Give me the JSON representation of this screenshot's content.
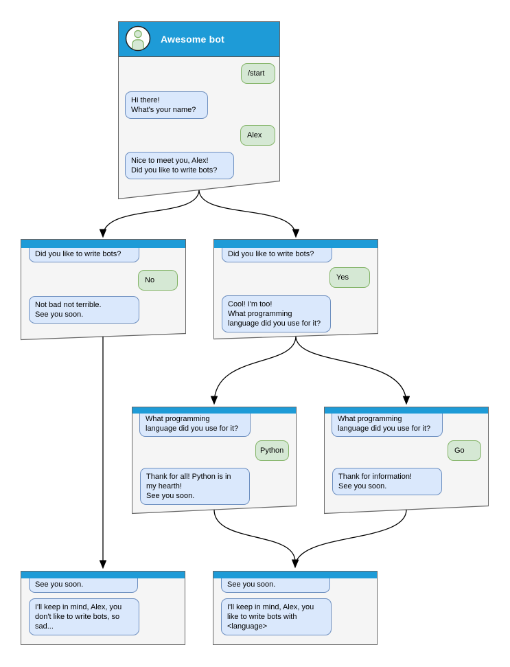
{
  "diagram": {
    "type": "chatbot-conversation-flow",
    "colors": {
      "header_blue": "#1e9bd7",
      "window_fill": "#f5f5f5",
      "window_border": "#666666",
      "bot_bubble_fill": "#dae8fc",
      "bot_bubble_border": "#6c8ebf",
      "user_bubble_fill": "#d5e8d4",
      "user_bubble_border": "#82b366",
      "arrow_color": "#000000"
    }
  },
  "windows": [
    {
      "id": "start",
      "title": "Awesome bot",
      "avatar": "user-icon",
      "messages": [
        {
          "from": "user",
          "text": "/start"
        },
        {
          "from": "bot",
          "text": "Hi there!\nWhat's your name?"
        },
        {
          "from": "user",
          "text": "Alex"
        },
        {
          "from": "bot",
          "text": "Nice to meet you, Alex!\nDid you like to write bots?"
        }
      ]
    },
    {
      "id": "branch-no",
      "messages": [
        {
          "from": "bot",
          "text": "Did you like to write bots?",
          "clipped": true
        },
        {
          "from": "user",
          "text": "No"
        },
        {
          "from": "bot",
          "text": "Not bad not terrible.\nSee you soon."
        }
      ]
    },
    {
      "id": "branch-yes",
      "messages": [
        {
          "from": "bot",
          "text": "Did you like to write bots?",
          "clipped": true
        },
        {
          "from": "user",
          "text": "Yes"
        },
        {
          "from": "bot",
          "text": "Cool! I'm too!\nWhat programming\nlanguage did you use for it?"
        }
      ]
    },
    {
      "id": "lang-python",
      "messages": [
        {
          "from": "bot",
          "text": "What programming\nlanguage did you use for it?",
          "clipped": true
        },
        {
          "from": "user",
          "text": "Python"
        },
        {
          "from": "bot",
          "text": "Thank for all! Python is in\nmy hearth!\nSee you soon."
        }
      ]
    },
    {
      "id": "lang-go",
      "messages": [
        {
          "from": "bot",
          "text": "What programming\nlanguage did you use for it?",
          "clipped": true
        },
        {
          "from": "user",
          "text": "Go"
        },
        {
          "from": "bot",
          "text": "Thank for information!\nSee you soon."
        }
      ]
    },
    {
      "id": "end-no",
      "messages": [
        {
          "from": "bot",
          "text": "See you soon.",
          "clipped": true
        },
        {
          "from": "bot",
          "text": "I'll keep in mind, Alex, you\ndon't like to write bots, so\nsad..."
        }
      ]
    },
    {
      "id": "end-lang",
      "messages": [
        {
          "from": "bot",
          "text": "See you soon.",
          "clipped": true
        },
        {
          "from": "bot",
          "text": "I'll keep in mind, Alex, you\nlike to write bots with\n<language>"
        }
      ]
    }
  ],
  "connections": [
    {
      "from": "start",
      "to": "branch-no"
    },
    {
      "from": "start",
      "to": "branch-yes"
    },
    {
      "from": "branch-no",
      "to": "end-no"
    },
    {
      "from": "branch-yes",
      "to": "lang-python"
    },
    {
      "from": "branch-yes",
      "to": "lang-go"
    },
    {
      "from": "lang-python",
      "to": "end-lang"
    },
    {
      "from": "lang-go",
      "to": "end-lang"
    }
  ]
}
